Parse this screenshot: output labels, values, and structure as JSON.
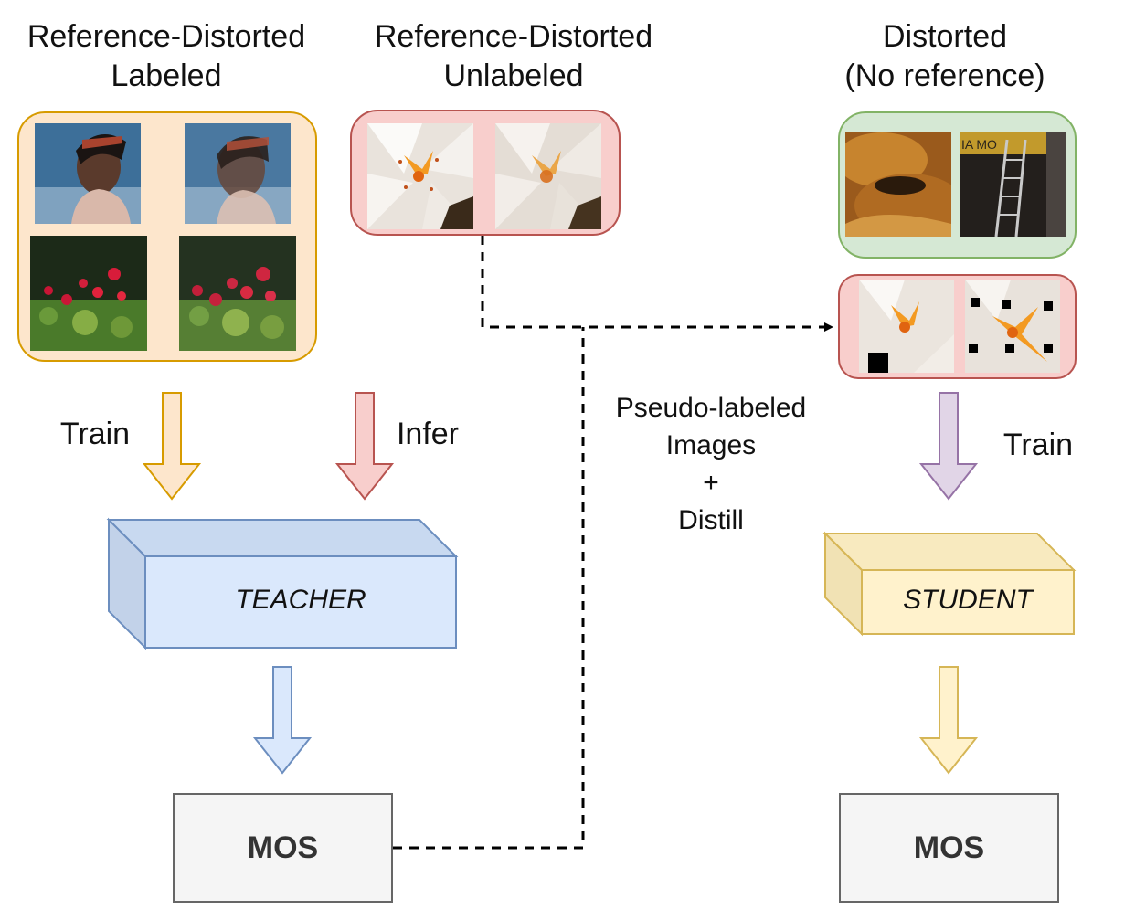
{
  "headers": {
    "labeled": [
      "Reference-Distorted",
      "Labeled"
    ],
    "unlabeled": [
      "Reference-Distorted",
      "Unlabeled"
    ],
    "no_reference": [
      "Distorted",
      "(No reference)"
    ]
  },
  "arrows": {
    "train_left": "Train",
    "infer": "Infer",
    "train_right": "Train"
  },
  "pseudo_label": [
    "Pseudo-labeled",
    "Images",
    "+",
    "Distill"
  ],
  "models": {
    "teacher": "TEACHER",
    "student": "STUDENT"
  },
  "outputs": {
    "teacher_mos": "MOS",
    "student_mos": "MOS"
  },
  "colors": {
    "orange_fill": "#fde6cc",
    "orange_stroke": "#d79b00",
    "red_fill": "#f8cecc",
    "red_stroke": "#b85450",
    "green_fill": "#d5e8d4",
    "green_stroke": "#82b366",
    "blue_fill": "#dae8fc",
    "blue_stroke": "#6c8ebf",
    "yellow_fill": "#fff2cc",
    "yellow_stroke": "#d6b656",
    "purple_fill": "#e1d5e7",
    "purple_stroke": "#9673a6"
  }
}
